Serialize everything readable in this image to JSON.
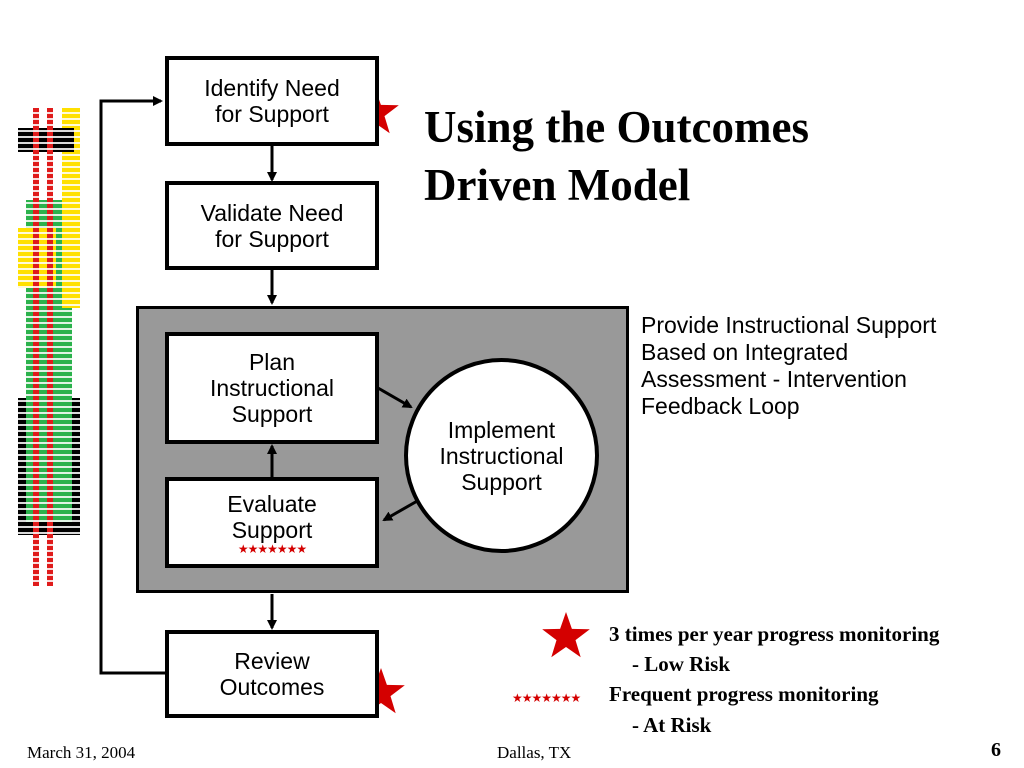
{
  "title": "Using the Outcomes\nDriven Model",
  "description": "Provide Instructional Support\nBased on Integrated\nAssessment - Intervention\nFeedback Loop",
  "boxes": {
    "identify": "Identify Need\nfor Support",
    "validate": "Validate Need\nfor Support",
    "plan": "Plan\nInstructional\nSupport",
    "implement": "Implement\nInstructional\nSupport",
    "evaluate": "Evaluate\nSupport",
    "review": "Review\nOutcomes"
  },
  "legend": {
    "big_star_line1": "3 times per year progress monitoring",
    "big_star_line2": "- Low Risk",
    "small_stars_line1": "Frequent progress monitoring",
    "small_stars_line2": "- At Risk",
    "small_stars_glyph": "★★★★★★★"
  },
  "footer": {
    "date": "March 31, 2004",
    "location": "Dallas, TX",
    "page": "6"
  },
  "colors": {
    "star": "#d40000",
    "panel": "#999999",
    "sidebar_red": "#e01b1b",
    "sidebar_green": "#2bb24c",
    "sidebar_yellow": "#ffe000"
  }
}
